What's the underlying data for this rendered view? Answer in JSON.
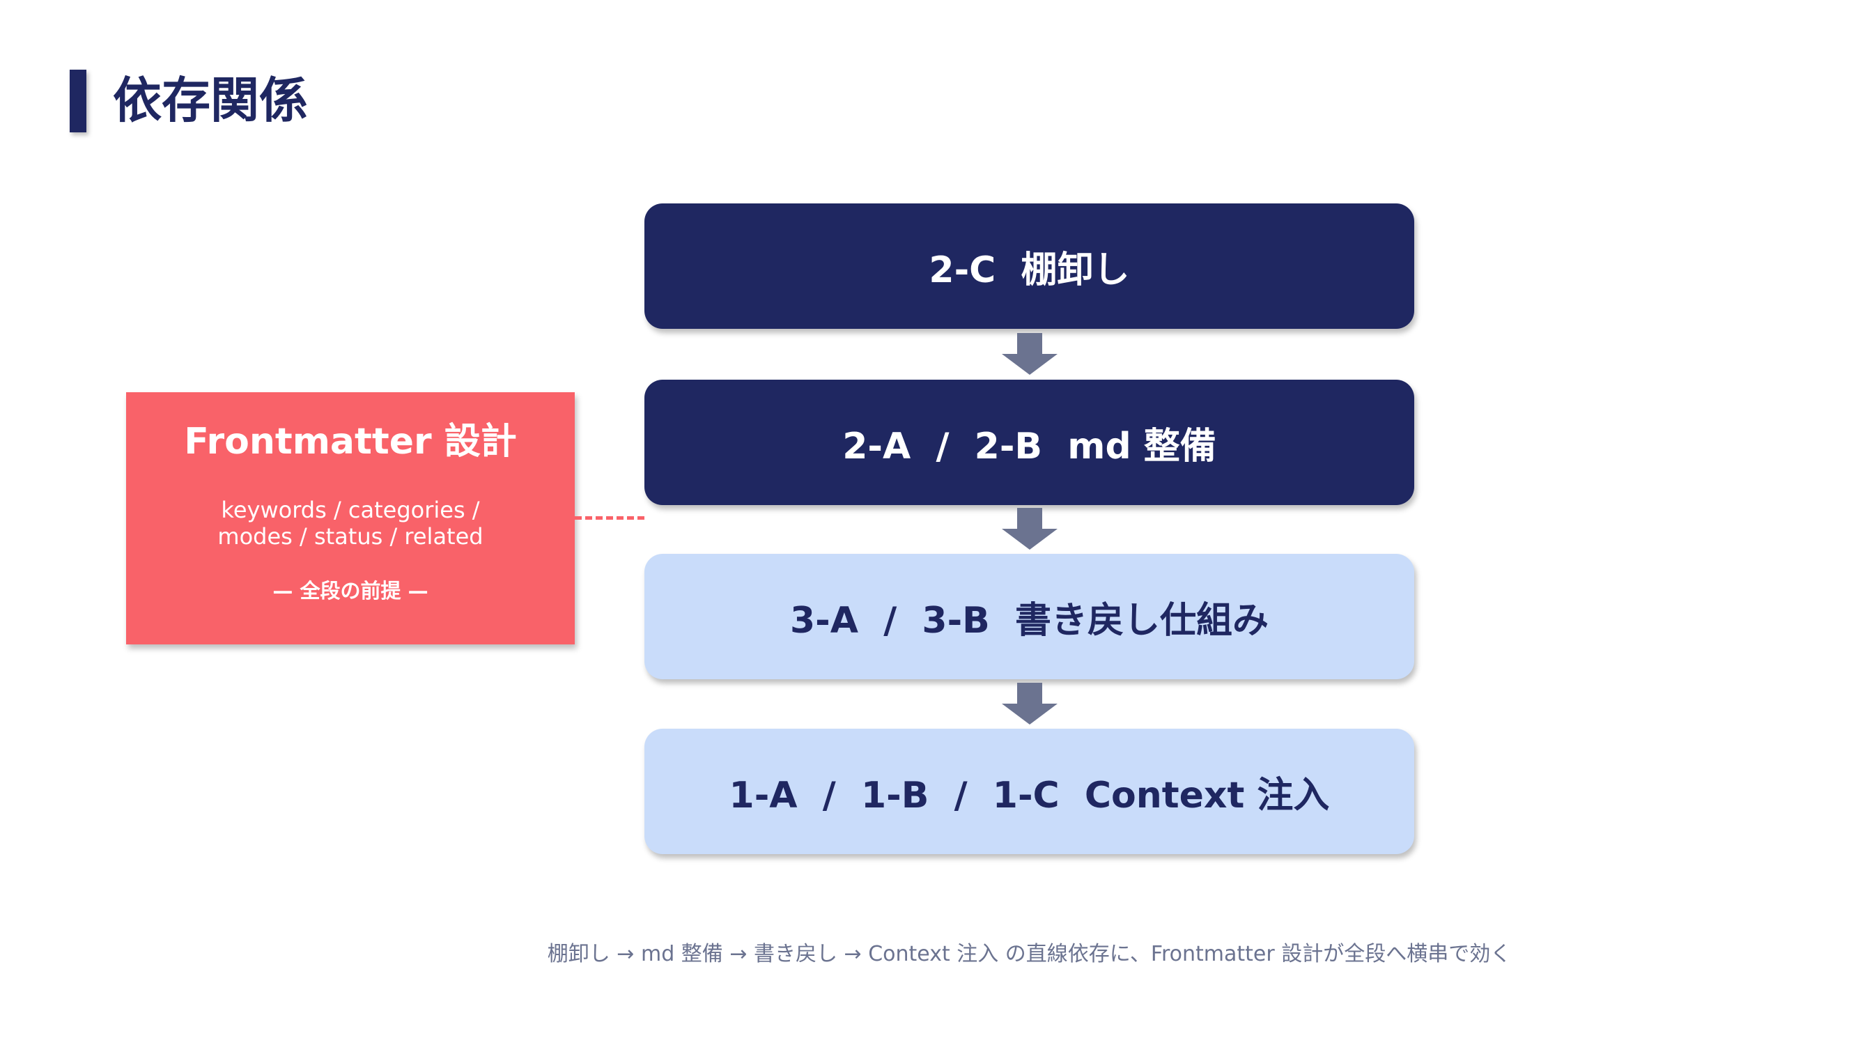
{
  "title": "依存関係",
  "steps": [
    {
      "label": "2-C  棚卸し"
    },
    {
      "label": "2-A  /  2-B  md 整備"
    },
    {
      "label": "3-A  /  3-B  書き戻し仕組み"
    },
    {
      "label": "1-A  /  1-B  /  1-C  Context 注入"
    }
  ],
  "side": {
    "title": "Frontmatter 設計",
    "line1": "keywords / categories /",
    "line2": "modes / status / related",
    "footer": "— 全段の前提 —"
  },
  "caption": "棚卸し → md 整備 → 書き戻し → Context 注入 の直線依存に、Frontmatter 設計が全段へ横串で効く",
  "colors": {
    "dark": "#1f2761",
    "light": "#c9dcfa",
    "accent": "#f96269",
    "arrow": "#6b7390"
  }
}
